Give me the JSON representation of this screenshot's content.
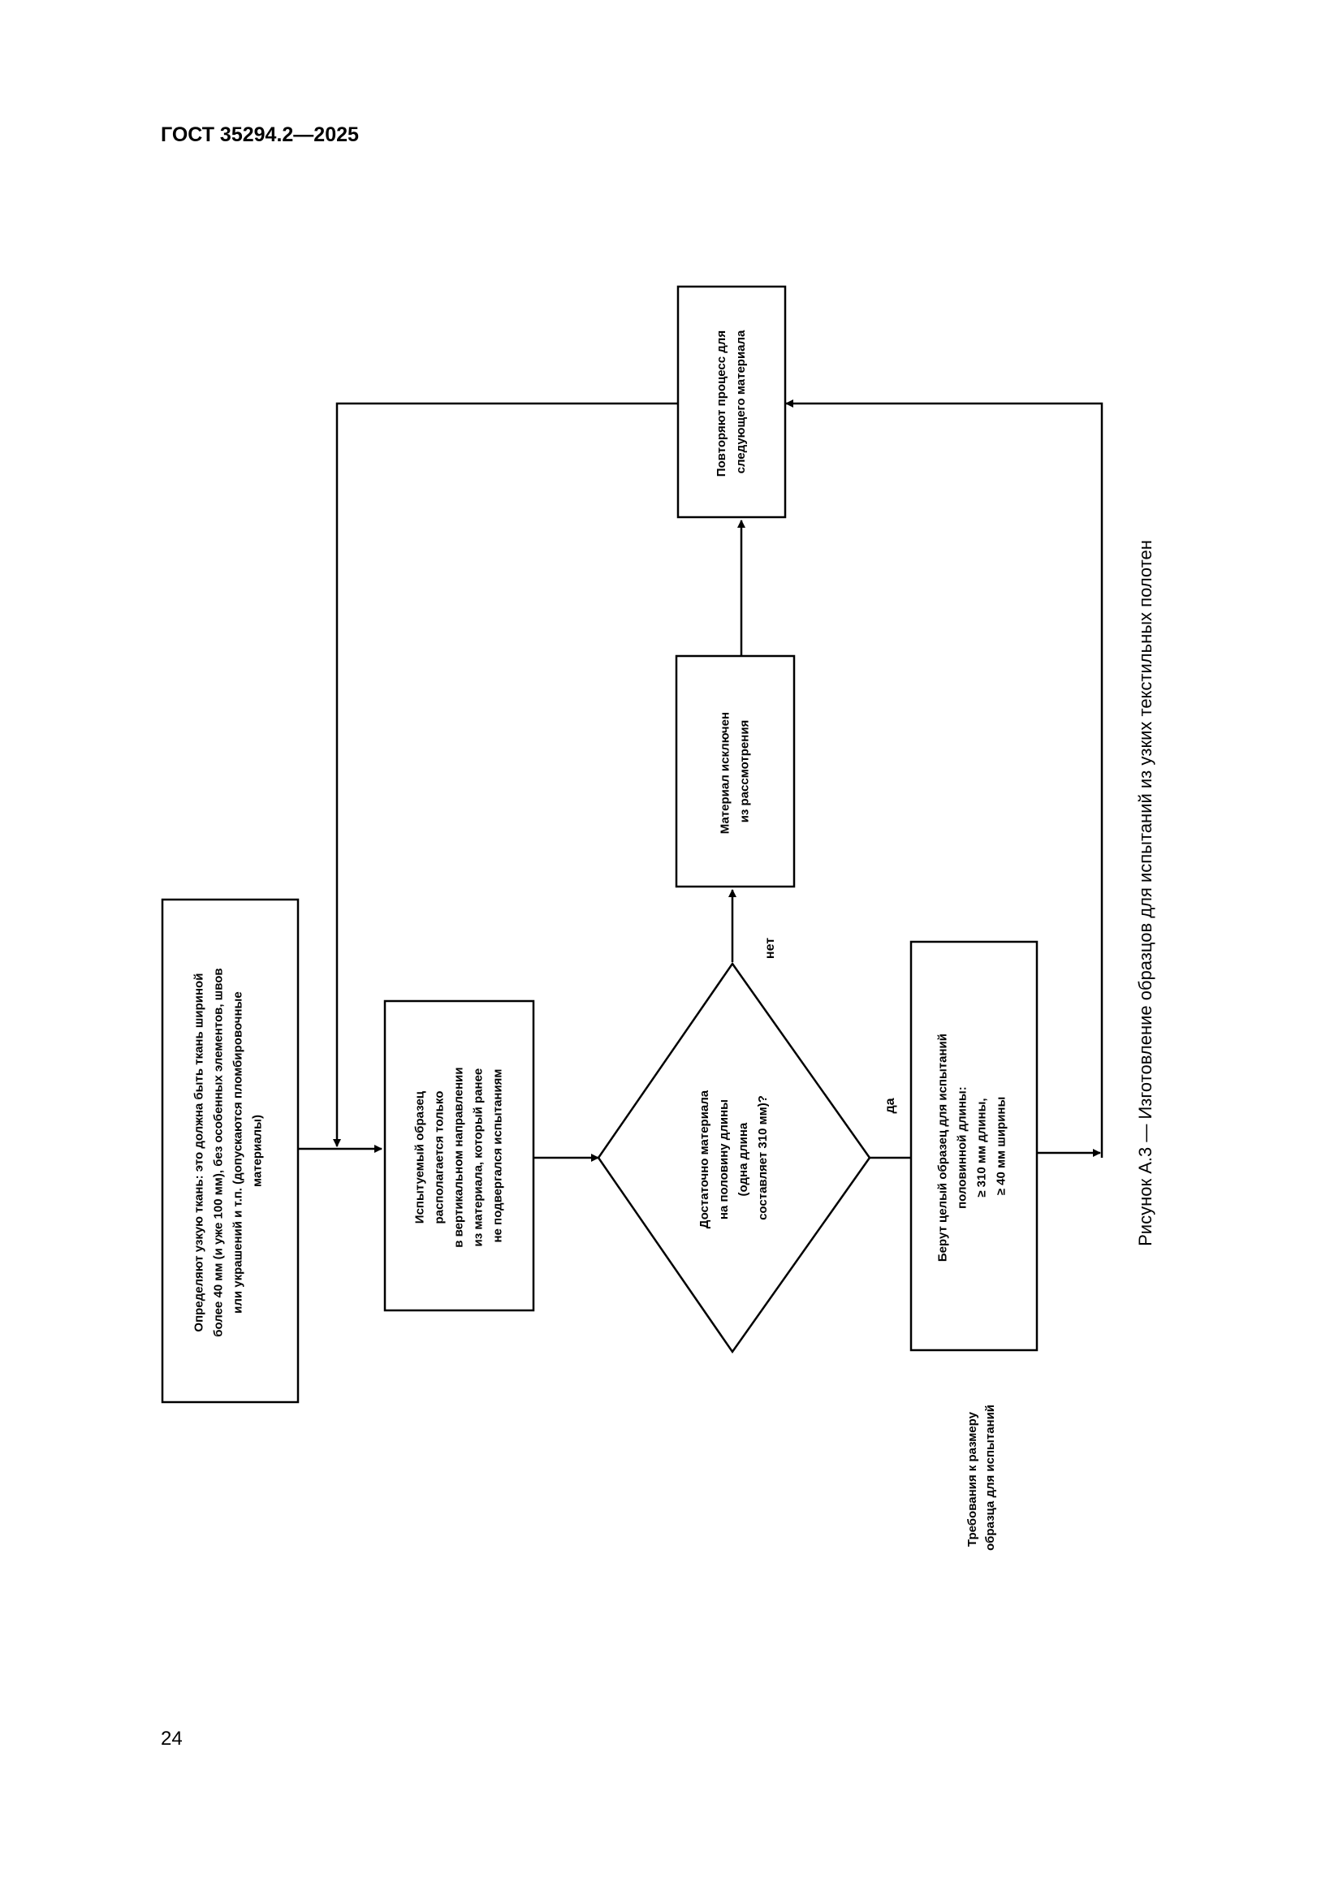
{
  "document": {
    "header": "ГОСТ 35294.2—2025",
    "page_number": "24"
  },
  "flowchart": {
    "nodes": {
      "define": {
        "lines": [
          "Определяют узкую ткань: это должна быть ткань шириной",
          "более 40 мм (и уже 100 мм), без особенных элементов, швов",
          "или украшений  и т.п. (допускаются  пломбировочные",
          "материалы)"
        ]
      },
      "specimen": {
        "lines": [
          "Испытуемый образец",
          "располагается только",
          "в  вертикальном направлении",
          "из  материала, который ранее",
          "не  подвергался испытаниям"
        ]
      },
      "decision": {
        "lines": [
          "Достаточно  материала",
          "на  половину длины",
          "(одна длина",
          "составляет 310  мм)?"
        ]
      },
      "excluded": {
        "lines": [
          "Материал исключен",
          "из рассмотрения"
        ]
      },
      "repeat": {
        "lines": [
          "Повторяют процесс для",
          "следующего материала"
        ]
      },
      "take_sample": {
        "lines": [
          "Берут целый образец для испытаний",
          "половинной длины:",
          "≥ 310 мм длины,",
          "≥ 40 мм ширины"
        ]
      }
    },
    "edge_labels": {
      "no": "нет",
      "yes": "да"
    },
    "side_note": {
      "lines": [
        "Требования к размеру",
        "образца для испытаний"
      ]
    }
  },
  "caption": "Рисунок А.3 — Изготовление образцов для испытаний из узких текстильных полотен"
}
